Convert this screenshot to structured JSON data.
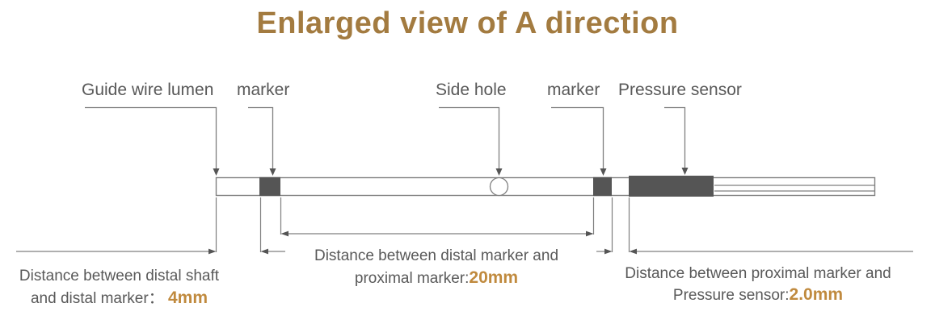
{
  "title": "Enlarged view of A direction",
  "labels": {
    "guide_wire_lumen": "Guide wire lumen",
    "distal_marker": "marker",
    "side_hole": "Side hole",
    "proximal_marker": "marker",
    "pressure_sensor": "Pressure sensor"
  },
  "dimensions": {
    "distal_shaft_to_distal_marker": {
      "line1": "Distance between distal shaft",
      "line2_prefix": "and  distal marker：",
      "value": "4mm"
    },
    "distal_to_proximal_marker": {
      "line1": "Distance between distal marker and",
      "line2_prefix": "proximal marker:",
      "value": "20mm"
    },
    "proximal_marker_to_pressure_sensor": {
      "line1": "Distance between proximal marker and",
      "line2_prefix": "Pressure sensor:",
      "value": "2.0mm"
    }
  },
  "colors": {
    "title_text": "#A37B40",
    "value_accent": "#C08A3E",
    "body_text": "#595959",
    "line": "#7F7F7F",
    "marker_fill": "#555555"
  }
}
